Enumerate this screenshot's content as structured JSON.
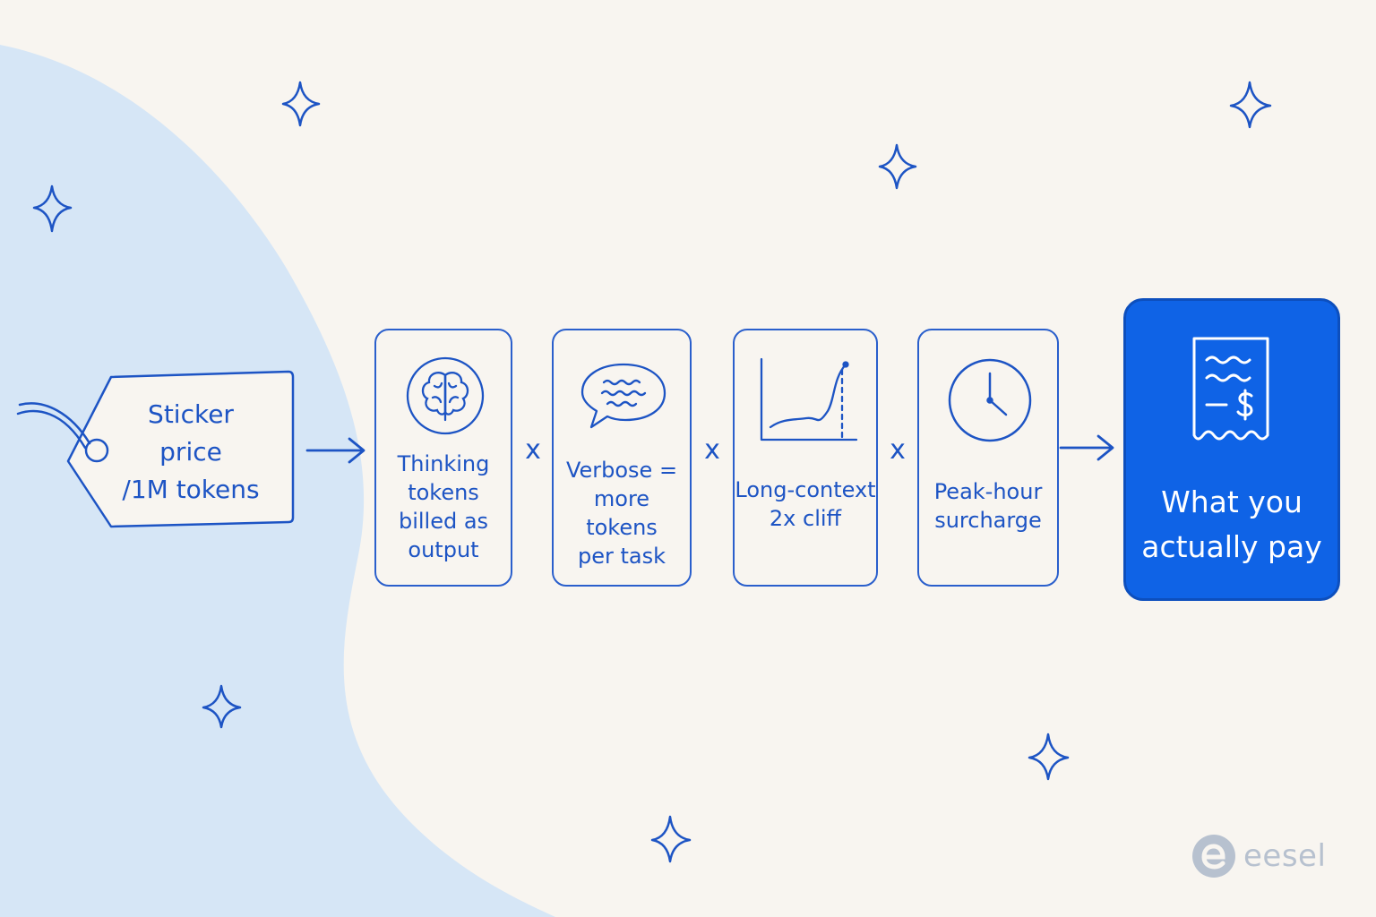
{
  "tag": {
    "label": "Sticker\nprice\n/1M tokens"
  },
  "factors": [
    {
      "label": "Thinking\ntokens\nbilled as\noutput",
      "icon": "brain-icon"
    },
    {
      "label": "Verbose =\nmore\ntokens\nper task",
      "icon": "speech-bubble-icon"
    },
    {
      "label": "Long-context\n2x cliff",
      "icon": "line-chart-icon"
    },
    {
      "label": "Peak-hour\nsurcharge",
      "icon": "clock-icon"
    }
  ],
  "operators": [
    "x",
    "x",
    "x"
  ],
  "result": {
    "label": "What you\nactually pay",
    "icon": "receipt-icon"
  },
  "brand": {
    "name": "eesel"
  },
  "colors": {
    "background": "#f8f5f0",
    "blob": "#d6e6f6",
    "accent": "#1d54c4",
    "result_fill": "#0f63e6"
  }
}
